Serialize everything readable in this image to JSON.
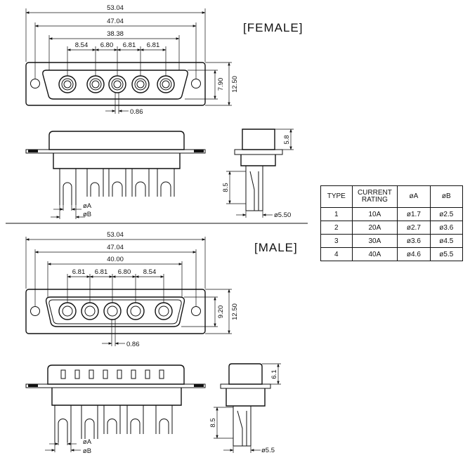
{
  "female": {
    "title": "[FEMALE]",
    "dims": {
      "overall_width": "53.04",
      "mount_spacing": "47.04",
      "shell_width": "38.38",
      "pitch_1": "8.54",
      "pitch_2": "6.80",
      "pitch_3": "6.81",
      "pitch_4": "6.81",
      "shell_height": "7.90",
      "flange_height": "12.50",
      "offset": "0.86",
      "side_height": "5.8",
      "pin_length": "8.5",
      "pin_dia_a": "øA",
      "pin_dia_b": "øB",
      "pin_dia": "ø5.50"
    }
  },
  "male": {
    "title": "[MALE]",
    "dims": {
      "overall_width": "53.04",
      "mount_spacing": "47.04",
      "shell_width": "40.00",
      "pitch_1": "6.81",
      "pitch_2": "6.81",
      "pitch_3": "6.80",
      "pitch_4": "8.54",
      "shell_height": "9.20",
      "flange_height": "12.50",
      "offset": "0.86",
      "side_height": "6.1",
      "pin_length": "8.5",
      "pin_dia_a": "øA",
      "pin_dia_b": "øB",
      "pin_dia": "ø5.5"
    }
  },
  "table": {
    "headers": [
      "TYPE",
      "CURRENT RATING",
      "øA",
      "øB"
    ],
    "rows": [
      {
        "type": "1",
        "current": "10A",
        "a": "ø1.7",
        "b": "ø2.5"
      },
      {
        "type": "2",
        "current": "20A",
        "a": "ø2.7",
        "b": "ø3.6"
      },
      {
        "type": "3",
        "current": "30A",
        "a": "ø3.6",
        "b": "ø4.5"
      },
      {
        "type": "4",
        "current": "40A",
        "a": "ø4.6",
        "b": "ø5.5"
      }
    ]
  }
}
